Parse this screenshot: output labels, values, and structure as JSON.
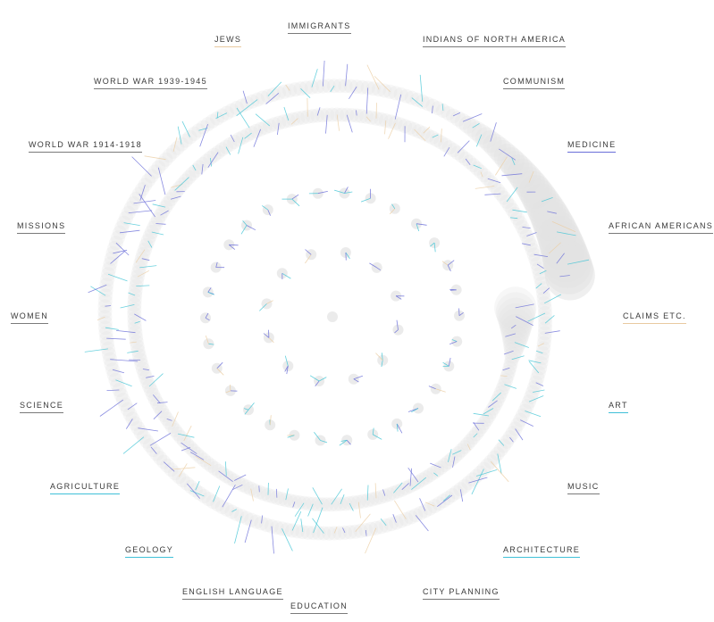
{
  "topics": [
    {
      "id": "immigrants",
      "label": "IMMIGRANTS",
      "underline": "#7a7a7a"
    },
    {
      "id": "indians",
      "label": "INDIANS OF NORTH AMERICA",
      "underline": "#7a7a7a"
    },
    {
      "id": "jews",
      "label": "JEWS",
      "underline": "#e9c9a0"
    },
    {
      "id": "communism",
      "label": "COMMUNISM",
      "underline": "#7a7a7a"
    },
    {
      "id": "ww2",
      "label": "WORLD WAR 1939-1945",
      "underline": "#7a7a7a"
    },
    {
      "id": "medicine",
      "label": "MEDICINE",
      "underline": "#6a6fd8"
    },
    {
      "id": "ww1",
      "label": "WORLD WAR 1914-1918",
      "underline": "#7a7a7a"
    },
    {
      "id": "african-americans",
      "label": "AFRICAN AMERICANS",
      "underline": "#7a7a7a"
    },
    {
      "id": "missions",
      "label": "MISSIONS",
      "underline": "#7a7a7a"
    },
    {
      "id": "claims",
      "label": "CLAIMS ETC.",
      "underline": "#e9c9a0"
    },
    {
      "id": "women",
      "label": "WOMEN",
      "underline": "#7a7a7a"
    },
    {
      "id": "art",
      "label": "ART",
      "underline": "#3fc0d8"
    },
    {
      "id": "science",
      "label": "SCIENCE",
      "underline": "#7a7a7a"
    },
    {
      "id": "music",
      "label": "MUSIC",
      "underline": "#7a7a7a"
    },
    {
      "id": "agriculture",
      "label": "AGRICULTURE",
      "underline": "#3fc0d8"
    },
    {
      "id": "architecture",
      "label": "ARCHITECTURE",
      "underline": "#3fc0d8"
    },
    {
      "id": "geology",
      "label": "GEOLOGY",
      "underline": "#3fc0d8"
    },
    {
      "id": "english-language",
      "label": "ENGLISH LANGUAGE",
      "underline": "#7a7a7a"
    },
    {
      "id": "city-planning",
      "label": "CITY PLANNING",
      "underline": "#7a7a7a"
    },
    {
      "id": "education",
      "label": "EDUCATION",
      "underline": "#7a7a7a"
    }
  ],
  "colors": {
    "spiral": "#e3e3e3",
    "spike_violet": "#6b6fd9",
    "spike_cyan": "#45c6d6",
    "spike_peach": "#eccfa6",
    "label_text": "#3a3a3a"
  }
}
